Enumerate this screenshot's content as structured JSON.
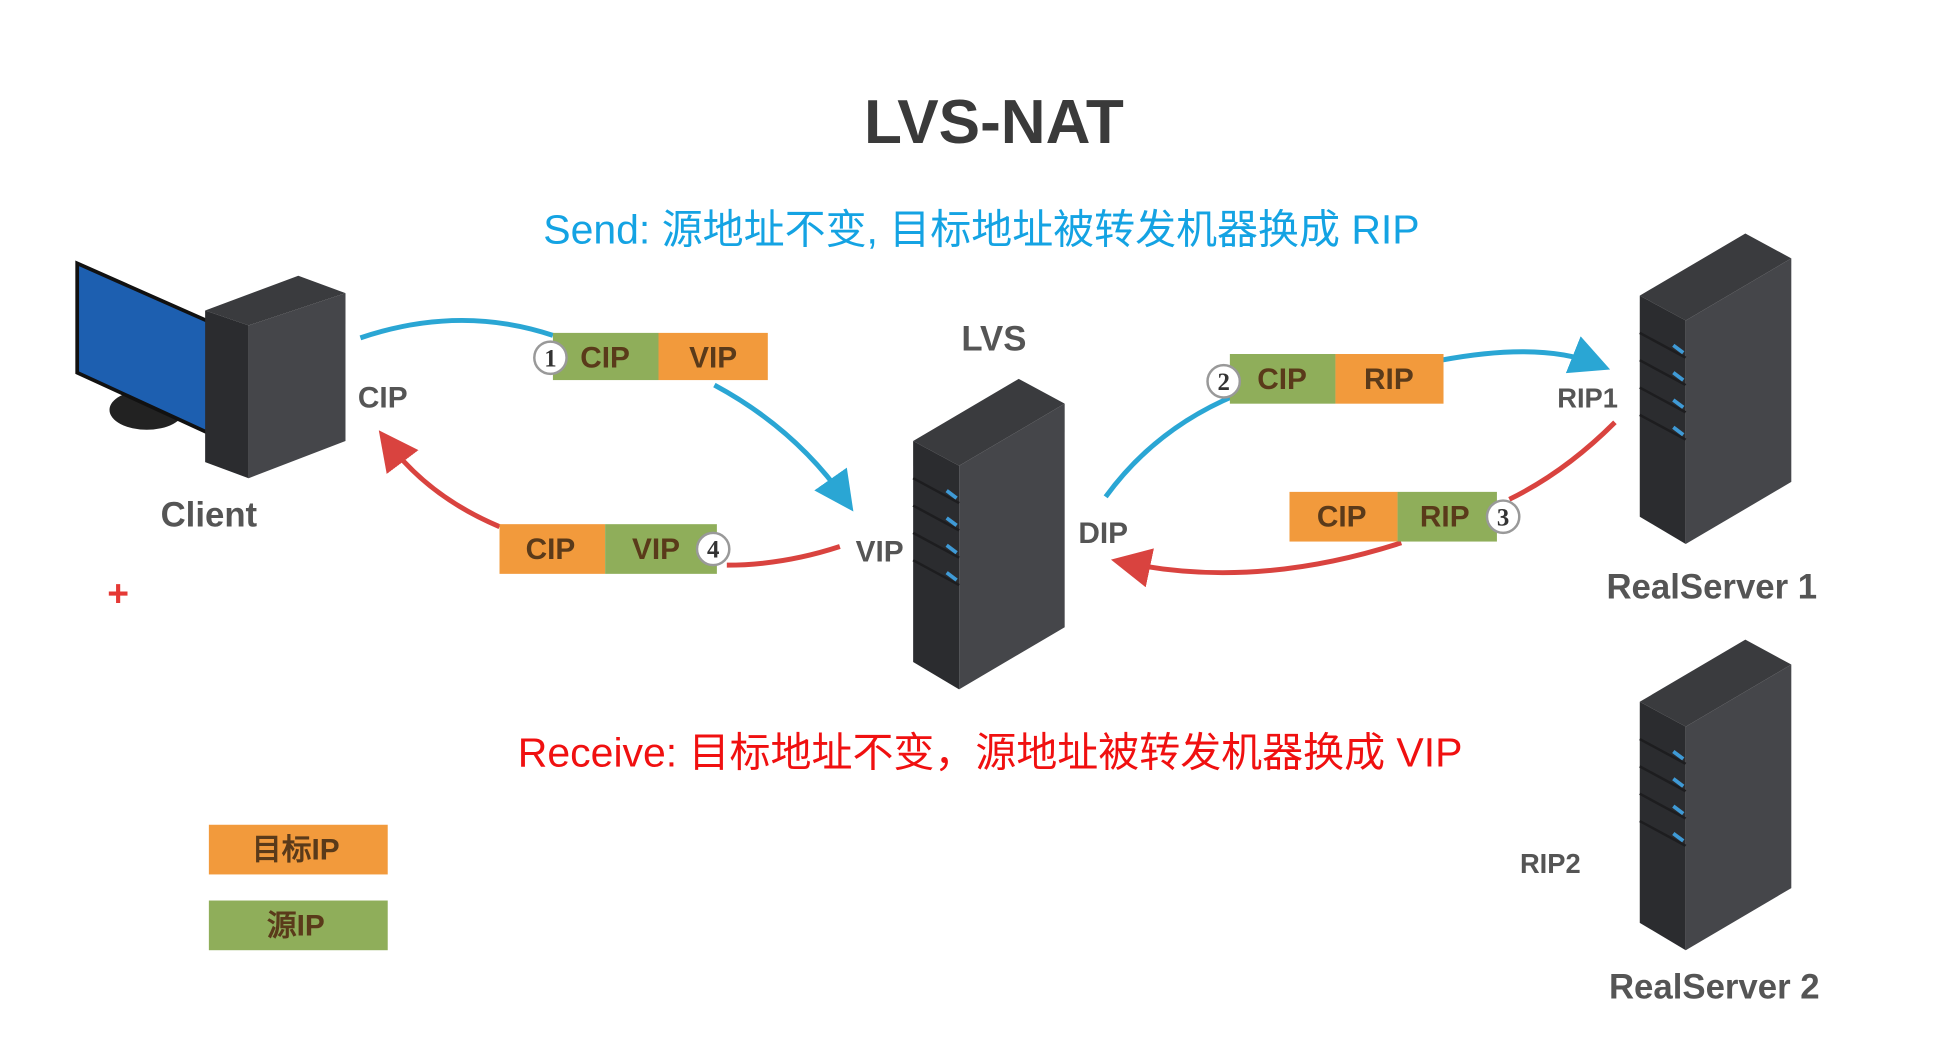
{
  "title": "LVS-NAT",
  "send_caption": "Send: 源地址不变, 目标地址被转发机器换成 RIP",
  "receive_caption": "Receive: 目标地址不变，源地址被转发机器换成 VIP",
  "colors": {
    "send": "#14a3e3",
    "receive": "#f01010",
    "dest_ip": "#f29a3c",
    "src_ip": "#8fae5a",
    "arrow_blue": "#2aa6d4",
    "arrow_red": "#d9433f"
  },
  "nodes": {
    "client": {
      "label": "Client",
      "ip_label": "CIP"
    },
    "lvs": {
      "label": "LVS",
      "vip_label": "VIP",
      "dip_label": "DIP"
    },
    "realserver1": {
      "label": "RealServer 1",
      "ip_label": "RIP1"
    },
    "realserver2": {
      "label": "RealServer 2",
      "ip_label": "RIP2"
    }
  },
  "packets": [
    {
      "step": "1",
      "src": "CIP",
      "dst": "VIP"
    },
    {
      "step": "2",
      "src": "CIP",
      "dst": "RIP"
    },
    {
      "step": "3",
      "src": "RIP",
      "dst": "CIP"
    },
    {
      "step": "4",
      "src": "VIP",
      "dst": "CIP"
    }
  ],
  "legend": {
    "dest": "目标IP",
    "src": "源IP"
  },
  "marker": "+"
}
